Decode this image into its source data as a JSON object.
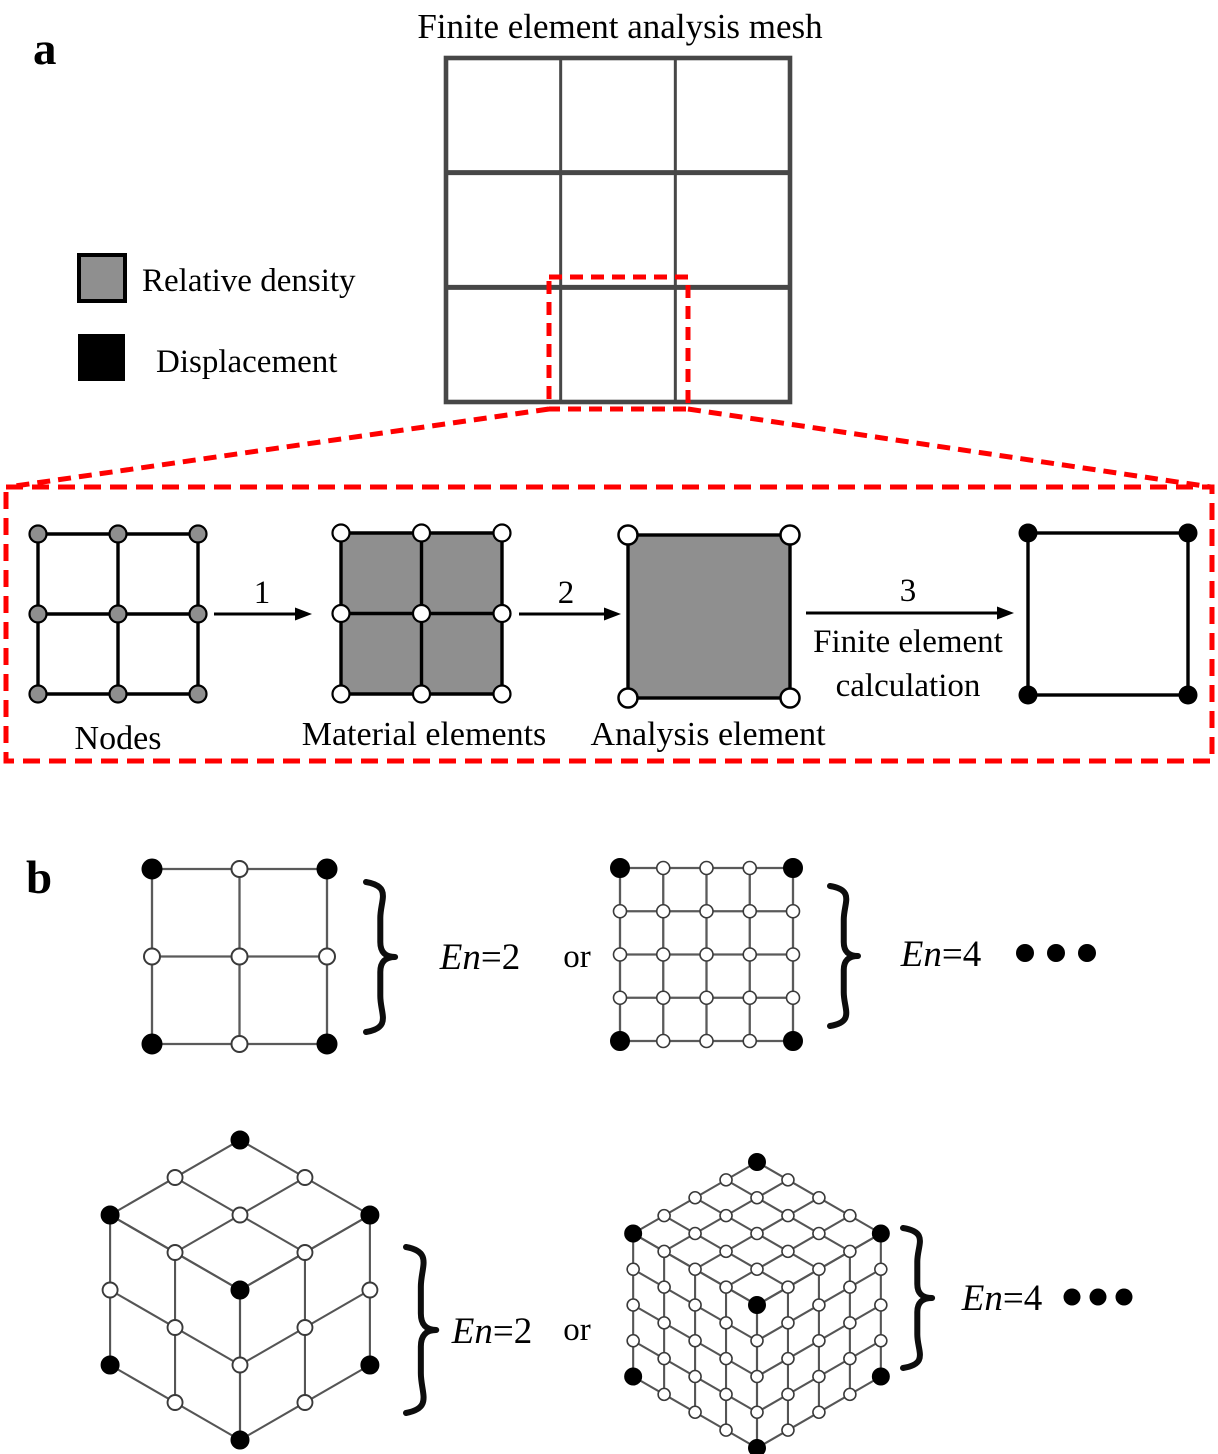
{
  "colors": {
    "highlight_red": "#ff0000",
    "mesh_stroke": "#474747",
    "line_black": "#000000",
    "grid_gray_line": "#5a5a5a",
    "cube_line": "#555555",
    "relative_density_gray": "#8f8f8f",
    "white": "#ffffff",
    "black": "#000000"
  },
  "panel_a": {
    "label": "a",
    "title": "Finite element analysis mesh",
    "mesh": {
      "rows": 3,
      "cols": 3
    },
    "legend": {
      "relative_density": "Relative density",
      "displacement": "Displacement"
    },
    "pipeline": {
      "nodes_label": "Nodes",
      "material_label": "Material elements",
      "analysis_label": "Analysis element",
      "step1": "1",
      "step2": "2",
      "step3": "3",
      "step3_caption_line1": "Finite element",
      "step3_caption_line2": "calculation",
      "grid_elements_per_side": 2
    }
  },
  "panel_b": {
    "label": "b",
    "or_top": "or",
    "or_bottom": "or",
    "grid_row": {
      "left": {
        "label_italic": "En",
        "label_rest": "=2",
        "elements_per_side": 2
      },
      "right": {
        "label_italic": "En",
        "label_rest": "=4",
        "elements_per_side": 4
      },
      "ellipsis_dot_count": 3
    },
    "cube_row": {
      "left": {
        "label_italic": "En",
        "label_rest": "=2",
        "elements_per_side": 2
      },
      "right": {
        "label_italic": "En",
        "label_rest": "=4",
        "elements_per_side": 4
      },
      "ellipsis_dot_count": 3
    }
  }
}
